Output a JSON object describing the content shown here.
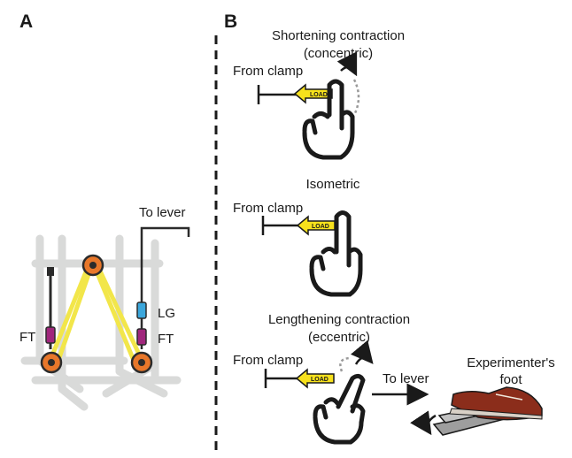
{
  "panel_a": {
    "letter": "A",
    "to_lever": "To lever",
    "lg": "LG",
    "ft_left": "FT",
    "ft_right": "FT"
  },
  "panel_b": {
    "letter": "B",
    "shortening_title_line1": "Shortening contraction",
    "shortening_title_line2": "(concentric)",
    "isometric_title": "Isometric",
    "lengthening_title_line1": "Lengthening contraction",
    "lengthening_title_line2": "(eccentric)",
    "from_clamp_1": "From clamp",
    "from_clamp_2": "From clamp",
    "from_clamp_3": "From clamp",
    "load_1": "LOAD",
    "load_2": "LOAD",
    "load_3": "LOAD",
    "to_lever": "To lever",
    "experimenter_line1": "Experimenter's",
    "experimenter_line2": "foot"
  },
  "colors": {
    "belt": "#f2e64a",
    "pulley_outer": "#e8772a",
    "pulley_ring": "#2b2b2b",
    "frame": "#d9dad9",
    "lg_sensor": "#3ba7dc",
    "ft_sensor": "#a0267c",
    "load_arrow": "#f7e11c",
    "shoe": "#8b2d1b"
  }
}
